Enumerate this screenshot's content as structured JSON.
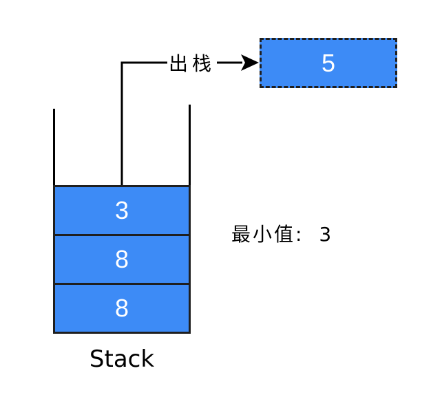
{
  "diagram": {
    "popped_box": {
      "value": "5"
    },
    "pop_arrow": {
      "label": "出栈"
    },
    "min_note": {
      "text": "最小值: 3"
    },
    "stack": {
      "label": "Stack",
      "cells": [
        {
          "value": "3"
        },
        {
          "value": "8"
        },
        {
          "value": "8"
        }
      ]
    },
    "colors": {
      "cell_fill": "#3d8bf6",
      "cell_border": "#1f1f1f",
      "line": "#000000",
      "value_text": "#ffffff",
      "note_text": "#000000",
      "background": "#ffffff"
    }
  }
}
